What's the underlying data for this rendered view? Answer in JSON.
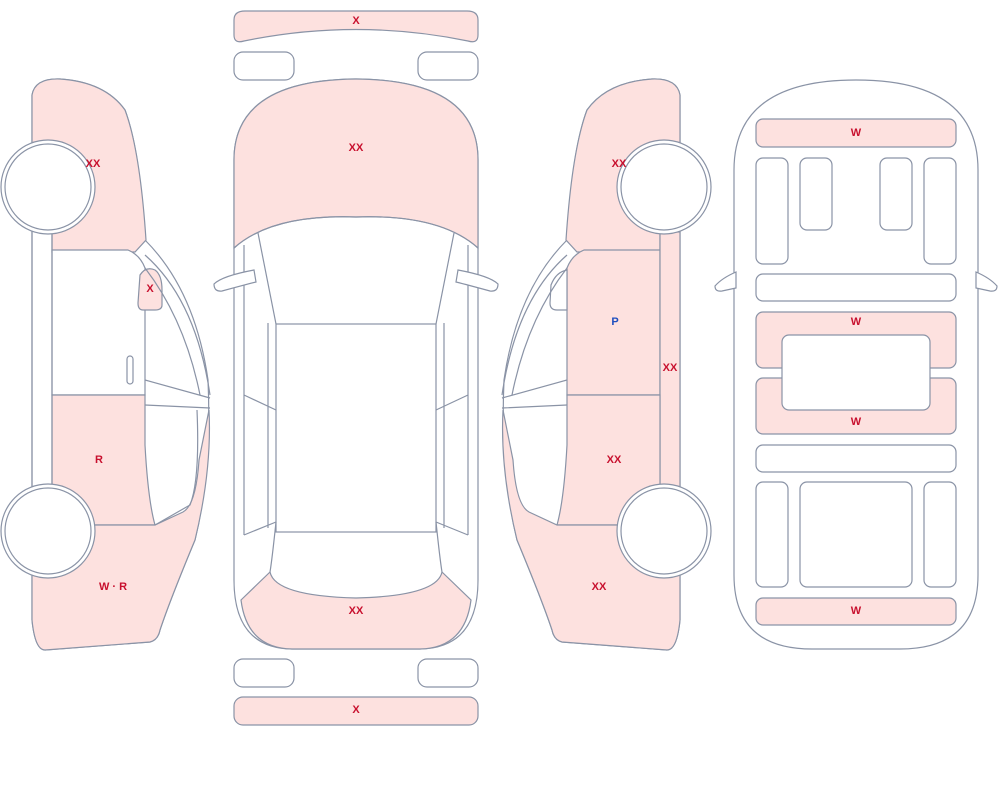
{
  "colors": {
    "damage_fill": "#fde1df",
    "outline": "#8a93a6",
    "label_red": "#c8102e",
    "label_blue": "#1f4fbf"
  },
  "views": {
    "left_side": {
      "front_fender": "XX",
      "mirror": "X",
      "rear_door": "R",
      "rear_quarter": "W · R"
    },
    "top": {
      "front_bumper": "X",
      "hood": "XX",
      "trunk": "XX",
      "rear_bumper": "X"
    },
    "right_side": {
      "front_fender": "XX",
      "front_door": "P",
      "rocker": "XX",
      "rear_door": "XX",
      "rear_quarter": "XX"
    },
    "interior": {
      "dashboard": "W",
      "front_seats": "W",
      "rear_seats": "W",
      "cargo": "W"
    }
  }
}
